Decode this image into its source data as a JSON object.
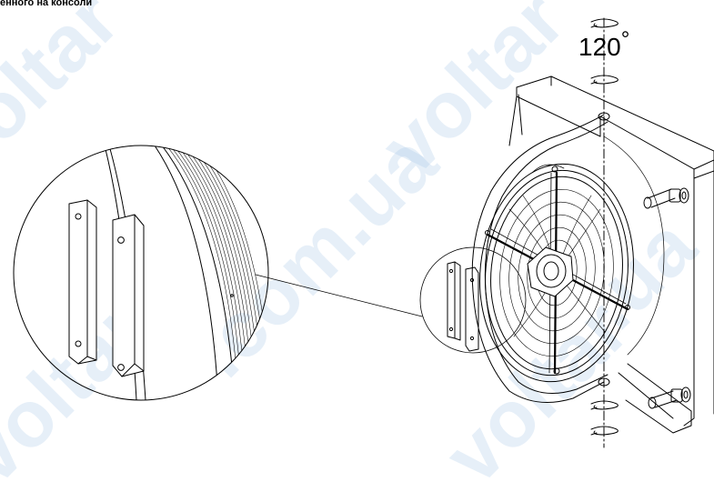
{
  "caption": "енного на консоли",
  "angle": {
    "value": "120",
    "unit": "°"
  },
  "watermark": {
    "text": "voltar.com.ua",
    "color": "#9ec3e6"
  },
  "icons": {
    "rotation_arrows": "rotation-arrow-icon",
    "fan": "fan-grille",
    "bracket": "mounting-bracket"
  }
}
